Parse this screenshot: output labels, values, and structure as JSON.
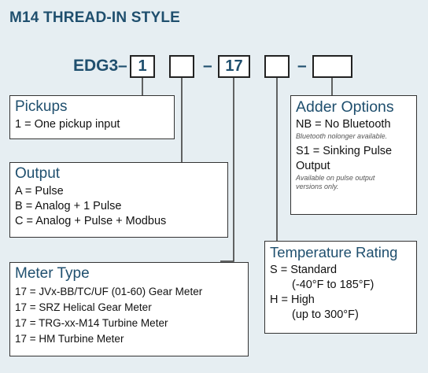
{
  "title": "M14 THREAD-IN STYLE",
  "code": {
    "prefix": "EDG3",
    "dash1": "–",
    "slot1": "1",
    "slot2": "",
    "dash2": "–",
    "slot3": "17",
    "slot4": "",
    "dash3": "–",
    "slot5": ""
  },
  "pickups": {
    "heading": "Pickups",
    "lines": [
      "1 = One pickup input"
    ]
  },
  "output": {
    "heading": "Output",
    "lines": [
      "A = Pulse",
      "B = Analog + 1 Pulse",
      "C =  Analog + Pulse + Modbus"
    ]
  },
  "meter_type": {
    "heading": "Meter Type",
    "lines": [
      "17  =  JVx-BB/TC/UF (01-60) Gear Meter",
      "17  =  SRZ Helical Gear Meter",
      "17  =  TRG-xx-M14 Turbine Meter",
      "17  =  HM Turbine Meter"
    ]
  },
  "adder_options": {
    "heading": "Adder Options",
    "nb_line": "NB = No Bluetooth",
    "nb_note": "Bluetooth nolonger available.",
    "s1_line1": "S1 = Sinking Pulse",
    "s1_line2": "Output",
    "s1_note1": "Available on pulse output",
    "s1_note2": "versions only."
  },
  "temperature": {
    "heading": "Temperature Rating",
    "s_line1": "S  =  Standard",
    "s_line2": "(-40°F to 185°F)",
    "h_line1": "H  =  High",
    "h_line2": "(up to 300°F)"
  }
}
